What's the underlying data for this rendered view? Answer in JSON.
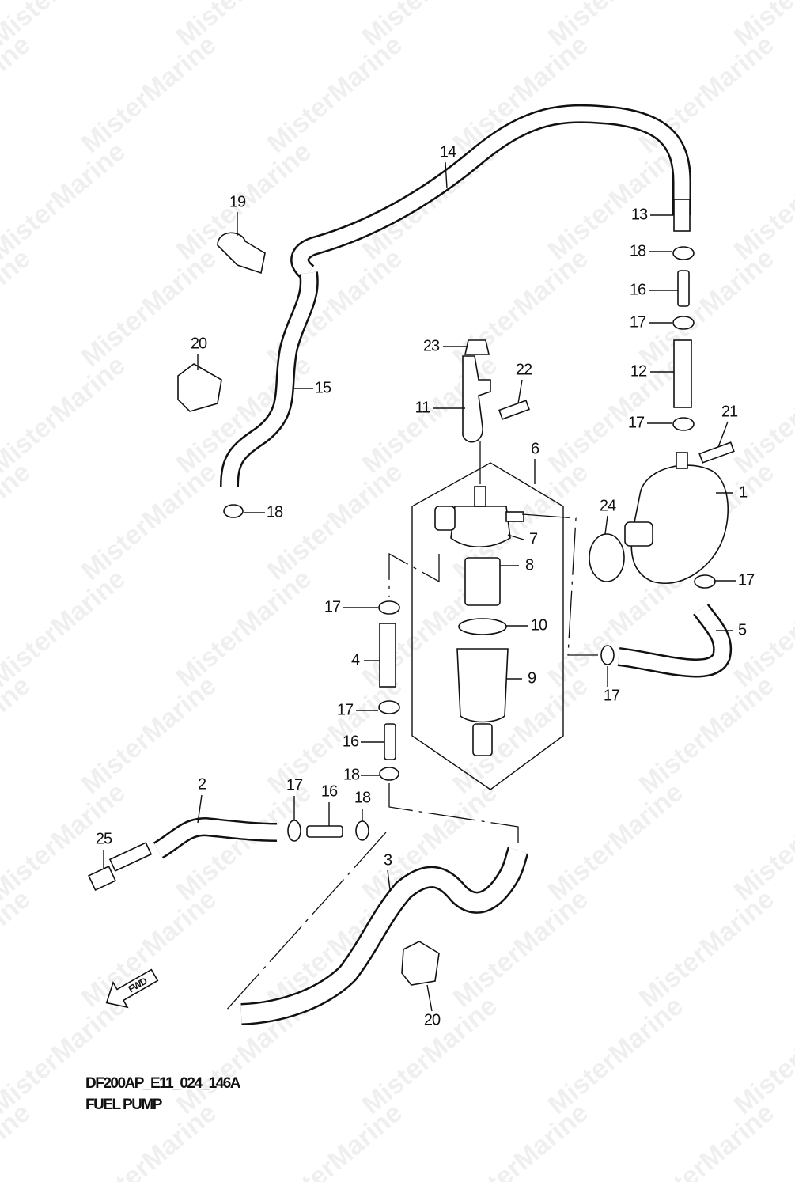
{
  "watermark": "MisterMarine",
  "diagram": {
    "code": "DF200AP_E11_024_146A",
    "title": "FUEL PUMP",
    "fwd_label": "FWD"
  },
  "callouts": [
    "14",
    "19",
    "13",
    "18",
    "16",
    "17",
    "20",
    "23",
    "22",
    "12",
    "15",
    "11",
    "21",
    "17",
    "6",
    "1",
    "18",
    "24",
    "7",
    "8",
    "17",
    "17",
    "10",
    "5",
    "4",
    "9",
    "17",
    "17",
    "16",
    "18",
    "2",
    "17",
    "16",
    "18",
    "25",
    "3",
    "20"
  ]
}
